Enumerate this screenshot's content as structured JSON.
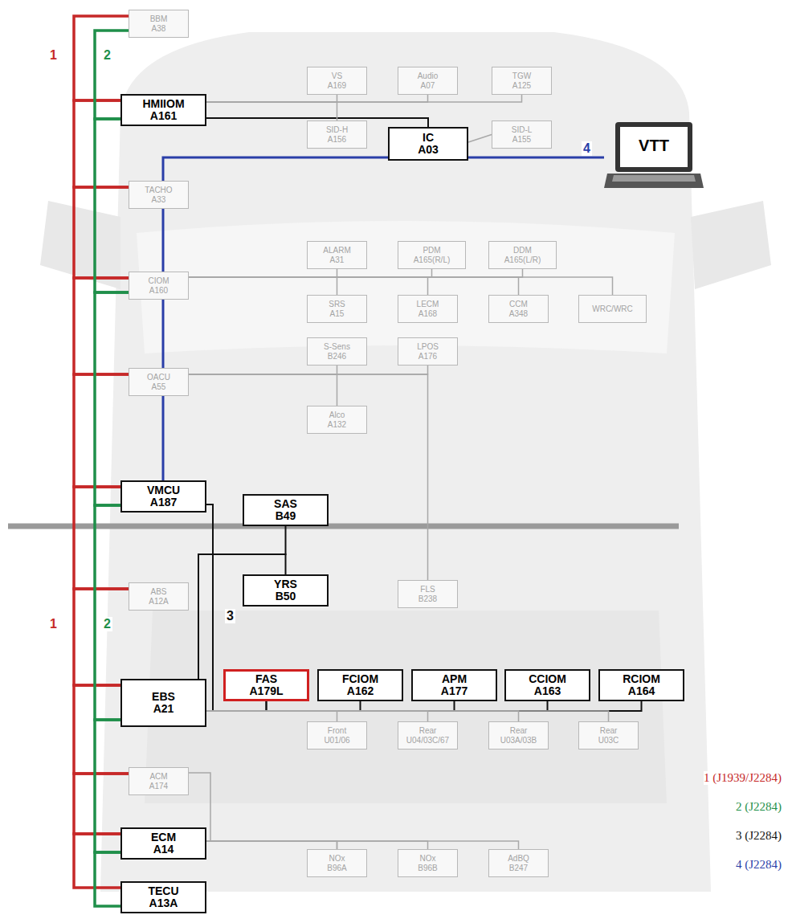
{
  "diagram": {
    "nodes": [
      {
        "text": [
          "BBM",
          "A38"
        ]
      },
      {
        "text": [
          "HMIIOM",
          "A161"
        ]
      },
      {
        "text": [
          "VS",
          "A169"
        ]
      },
      {
        "text": [
          "Audio",
          "A07"
        ]
      },
      {
        "text": [
          "TGW",
          "A125"
        ]
      },
      {
        "text": [
          "SID-H",
          "A156"
        ]
      },
      {
        "text": [
          "IC",
          "A03"
        ]
      },
      {
        "text": [
          "SID-L",
          "A155"
        ]
      },
      {
        "text": [
          "VTT"
        ]
      },
      {
        "text": [
          "TACHO",
          "A33"
        ]
      },
      {
        "text": [
          "ALARM",
          "A31"
        ]
      },
      {
        "text": [
          "PDM",
          "A165(R/L)"
        ]
      },
      {
        "text": [
          "DDM",
          "A165(L/R)"
        ]
      },
      {
        "text": [
          "CIOM",
          "A160"
        ]
      },
      {
        "text": [
          "SRS",
          "A15"
        ]
      },
      {
        "text": [
          "LECM",
          "A168"
        ]
      },
      {
        "text": [
          "CCM",
          "A348"
        ]
      },
      {
        "text": [
          "WRC/WRC"
        ]
      },
      {
        "text": [
          "S-Sens",
          "B246"
        ]
      },
      {
        "text": [
          "LPOS",
          "A176"
        ]
      },
      {
        "text": [
          "OACU",
          "A55"
        ]
      },
      {
        "text": [
          "Alco",
          "A132"
        ]
      },
      {
        "text": [
          "VMCU",
          "A187"
        ]
      },
      {
        "text": [
          "SAS",
          "B49"
        ]
      },
      {
        "text": [
          "ABS",
          "A12A"
        ]
      },
      {
        "text": [
          "YRS",
          "B50"
        ]
      },
      {
        "text": [
          "FLS",
          "B238"
        ]
      },
      {
        "text": [
          "FAS",
          "A179L"
        ]
      },
      {
        "text": [
          "FCIOM",
          "A162"
        ]
      },
      {
        "text": [
          "APM",
          "A177"
        ]
      },
      {
        "text": [
          "CCIOM",
          "A163"
        ]
      },
      {
        "text": [
          "RCIOM",
          "A164"
        ]
      },
      {
        "text": [
          "EBS",
          "A21"
        ]
      },
      {
        "text": [
          "Front",
          "U01/06"
        ]
      },
      {
        "text": [
          "Rear",
          "U04/03C/67"
        ]
      },
      {
        "text": [
          "Rear",
          "U03A/03B"
        ]
      },
      {
        "text": [
          "Rear",
          "U03C"
        ]
      },
      {
        "text": [
          "ACM",
          "A174"
        ]
      },
      {
        "text": [
          "ECM",
          "A14"
        ]
      },
      {
        "text": [
          "NOx",
          "B96A"
        ]
      },
      {
        "text": [
          "NOx",
          "B96B"
        ]
      },
      {
        "text": [
          "AdBQ",
          "B247"
        ]
      },
      {
        "text": [
          "TECU",
          "A13A"
        ]
      }
    ],
    "edges": [
      {
        "from": 0,
        "to": 1,
        "arrow": "none"
      },
      {
        "from": 1,
        "to": 9,
        "arrow": "none"
      },
      {
        "from": 9,
        "to": 13,
        "arrow": "none"
      },
      {
        "from": 13,
        "to": 20,
        "arrow": "none"
      },
      {
        "from": 20,
        "to": 22,
        "arrow": "none"
      },
      {
        "from": 22,
        "to": 24,
        "arrow": "none"
      },
      {
        "from": 24,
        "to": 32,
        "arrow": "none"
      },
      {
        "from": 32,
        "to": 37,
        "arrow": "none"
      },
      {
        "from": 37,
        "to": 38,
        "arrow": "none"
      },
      {
        "from": 38,
        "to": 42,
        "arrow": "none"
      },
      {
        "from": 0,
        "to": 1,
        "arrow": "none"
      },
      {
        "from": 1,
        "to": 13,
        "arrow": "none"
      },
      {
        "from": 13,
        "to": 22,
        "arrow": "none"
      },
      {
        "from": 22,
        "to": 32,
        "arrow": "none"
      },
      {
        "from": 32,
        "to": 38,
        "arrow": "none"
      },
      {
        "from": 38,
        "to": 42,
        "arrow": "none"
      },
      {
        "from": 8,
        "to": 22,
        "label": "4",
        "arrow": "none"
      },
      {
        "from": 1,
        "to": 6,
        "arrow": "none"
      },
      {
        "from": 6,
        "to": 7,
        "arrow": "none"
      },
      {
        "from": 1,
        "to": 2,
        "arrow": "none"
      },
      {
        "from": 1,
        "to": 3,
        "arrow": "none"
      },
      {
        "from": 1,
        "to": 4,
        "arrow": "none"
      },
      {
        "from": 1,
        "to": 5,
        "arrow": "none"
      },
      {
        "from": 13,
        "to": 10,
        "arrow": "none"
      },
      {
        "from": 13,
        "to": 11,
        "arrow": "none"
      },
      {
        "from": 13,
        "to": 12,
        "arrow": "none"
      },
      {
        "from": 13,
        "to": 14,
        "arrow": "none"
      },
      {
        "from": 13,
        "to": 15,
        "arrow": "none"
      },
      {
        "from": 13,
        "to": 16,
        "arrow": "none"
      },
      {
        "from": 13,
        "to": 17,
        "arrow": "none"
      },
      {
        "from": 20,
        "to": 18,
        "arrow": "none"
      },
      {
        "from": 20,
        "to": 19,
        "arrow": "none"
      },
      {
        "from": 20,
        "to": 21,
        "arrow": "none"
      },
      {
        "from": 20,
        "to": 26,
        "arrow": "none"
      },
      {
        "from": 32,
        "to": 23,
        "arrow": "none"
      },
      {
        "from": 32,
        "to": 25,
        "arrow": "none"
      },
      {
        "from": 22,
        "to": 27,
        "arrow": "none"
      },
      {
        "from": 32,
        "to": 27,
        "arrow": "none"
      },
      {
        "from": 32,
        "to": 28,
        "arrow": "none"
      },
      {
        "from": 32,
        "to": 29,
        "arrow": "none"
      },
      {
        "from": 32,
        "to": 30,
        "arrow": "none"
      },
      {
        "from": 32,
        "to": 31,
        "arrow": "none"
      },
      {
        "from": 32,
        "to": 33,
        "arrow": "none"
      },
      {
        "from": 32,
        "to": 34,
        "arrow": "none"
      },
      {
        "from": 32,
        "to": 35,
        "arrow": "none"
      },
      {
        "from": 32,
        "to": 36,
        "arrow": "none"
      },
      {
        "from": 38,
        "to": 39,
        "arrow": "none"
      },
      {
        "from": 38,
        "to": 40,
        "arrow": "none"
      },
      {
        "from": 38,
        "to": 41,
        "arrow": "none"
      },
      {
        "from": 37,
        "to": 39,
        "arrow": "none"
      }
    ],
    "labels": [
      "1",
      "2",
      "1",
      "2",
      "3"
    ],
    "legend": [
      {
        "text": "1 (J1939/J2284)",
        "color": "#c62828"
      },
      {
        "text": "2 (J2284)",
        "color": "#1f8f4a"
      },
      {
        "text": "3 (J2284)",
        "color": "#111111"
      },
      {
        "text": "4 (J2284)",
        "color": "#2a3ea8"
      }
    ]
  }
}
